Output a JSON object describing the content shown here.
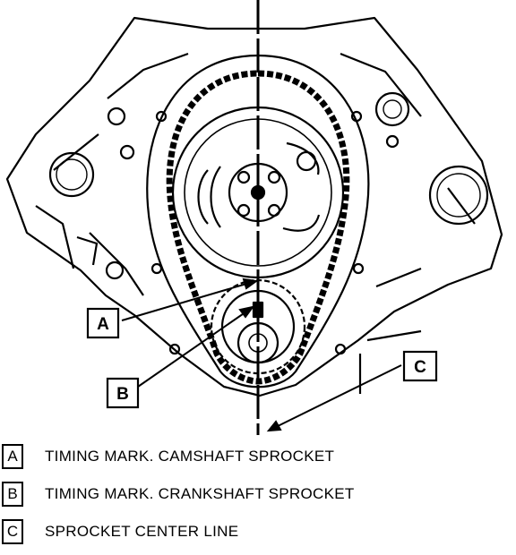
{
  "callouts": {
    "a": "A",
    "b": "B",
    "c": "C"
  },
  "legend": [
    {
      "key": "A",
      "text": "TIMING MARK. CAMSHAFT SPROCKET"
    },
    {
      "key": "B",
      "text": "TIMING MARK. CRANKSHAFT SPROCKET"
    },
    {
      "key": "C",
      "text": "SPROCKET CENTER LINE"
    }
  ]
}
